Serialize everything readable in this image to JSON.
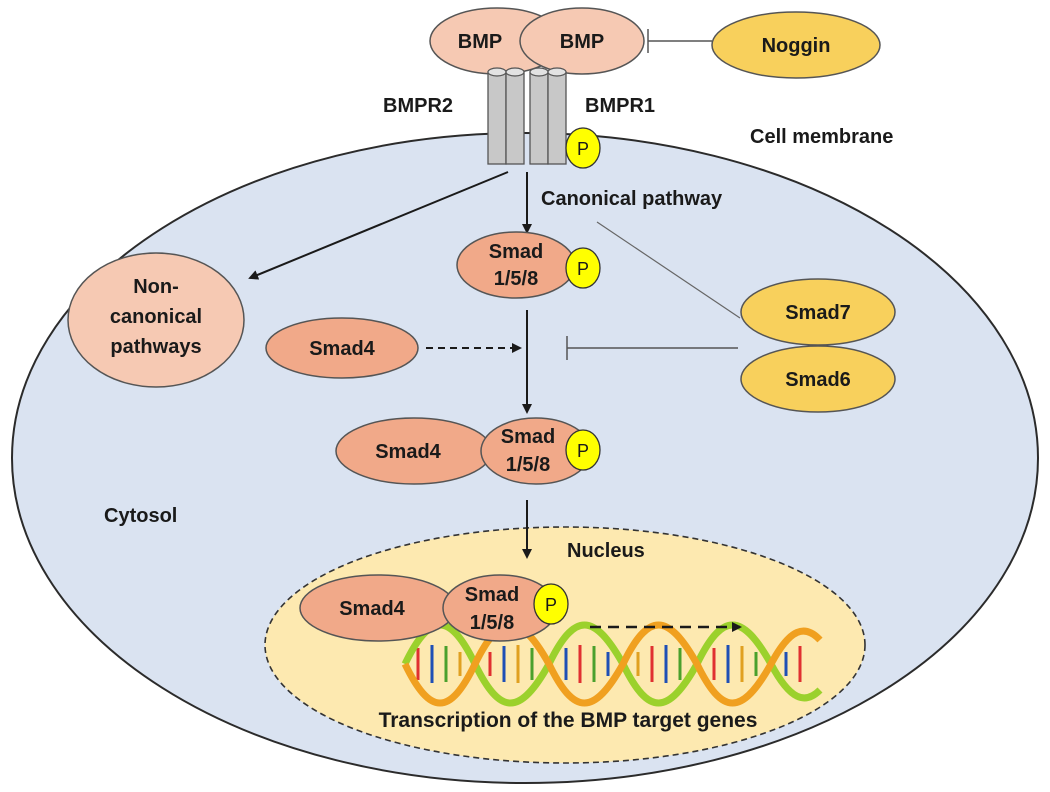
{
  "colors": {
    "cell_fill": "#dae3f1",
    "nucleus_fill": "#fde9b0",
    "bmp_fill": "#f6c9b3",
    "smad_fill": "#f1a989",
    "inhibitor_fill": "#f8d05c",
    "phospho_fill": "#ffff00",
    "receptor_fill": "#c8c8c8"
  },
  "labels": {
    "bmp_left": "BMP",
    "bmp_right": "BMP",
    "noggin": "Noggin",
    "bmpr2": "BMPR2",
    "bmpr1": "BMPR1",
    "cell_membrane": "Cell membrane",
    "canonical_pathway": "Canonical pathway",
    "non_canonical_line1": "Non-",
    "non_canonical_line2": "canonical",
    "non_canonical_line3": "pathways",
    "smad_r_line1": "Smad",
    "smad_r_line2": "1/5/8",
    "smad4": "Smad4",
    "smad7": "Smad7",
    "smad6": "Smad6",
    "cytosol": "Cytosol",
    "nucleus": "Nucleus",
    "phospho": "P",
    "transcription": "Transcription of the BMP target genes"
  }
}
